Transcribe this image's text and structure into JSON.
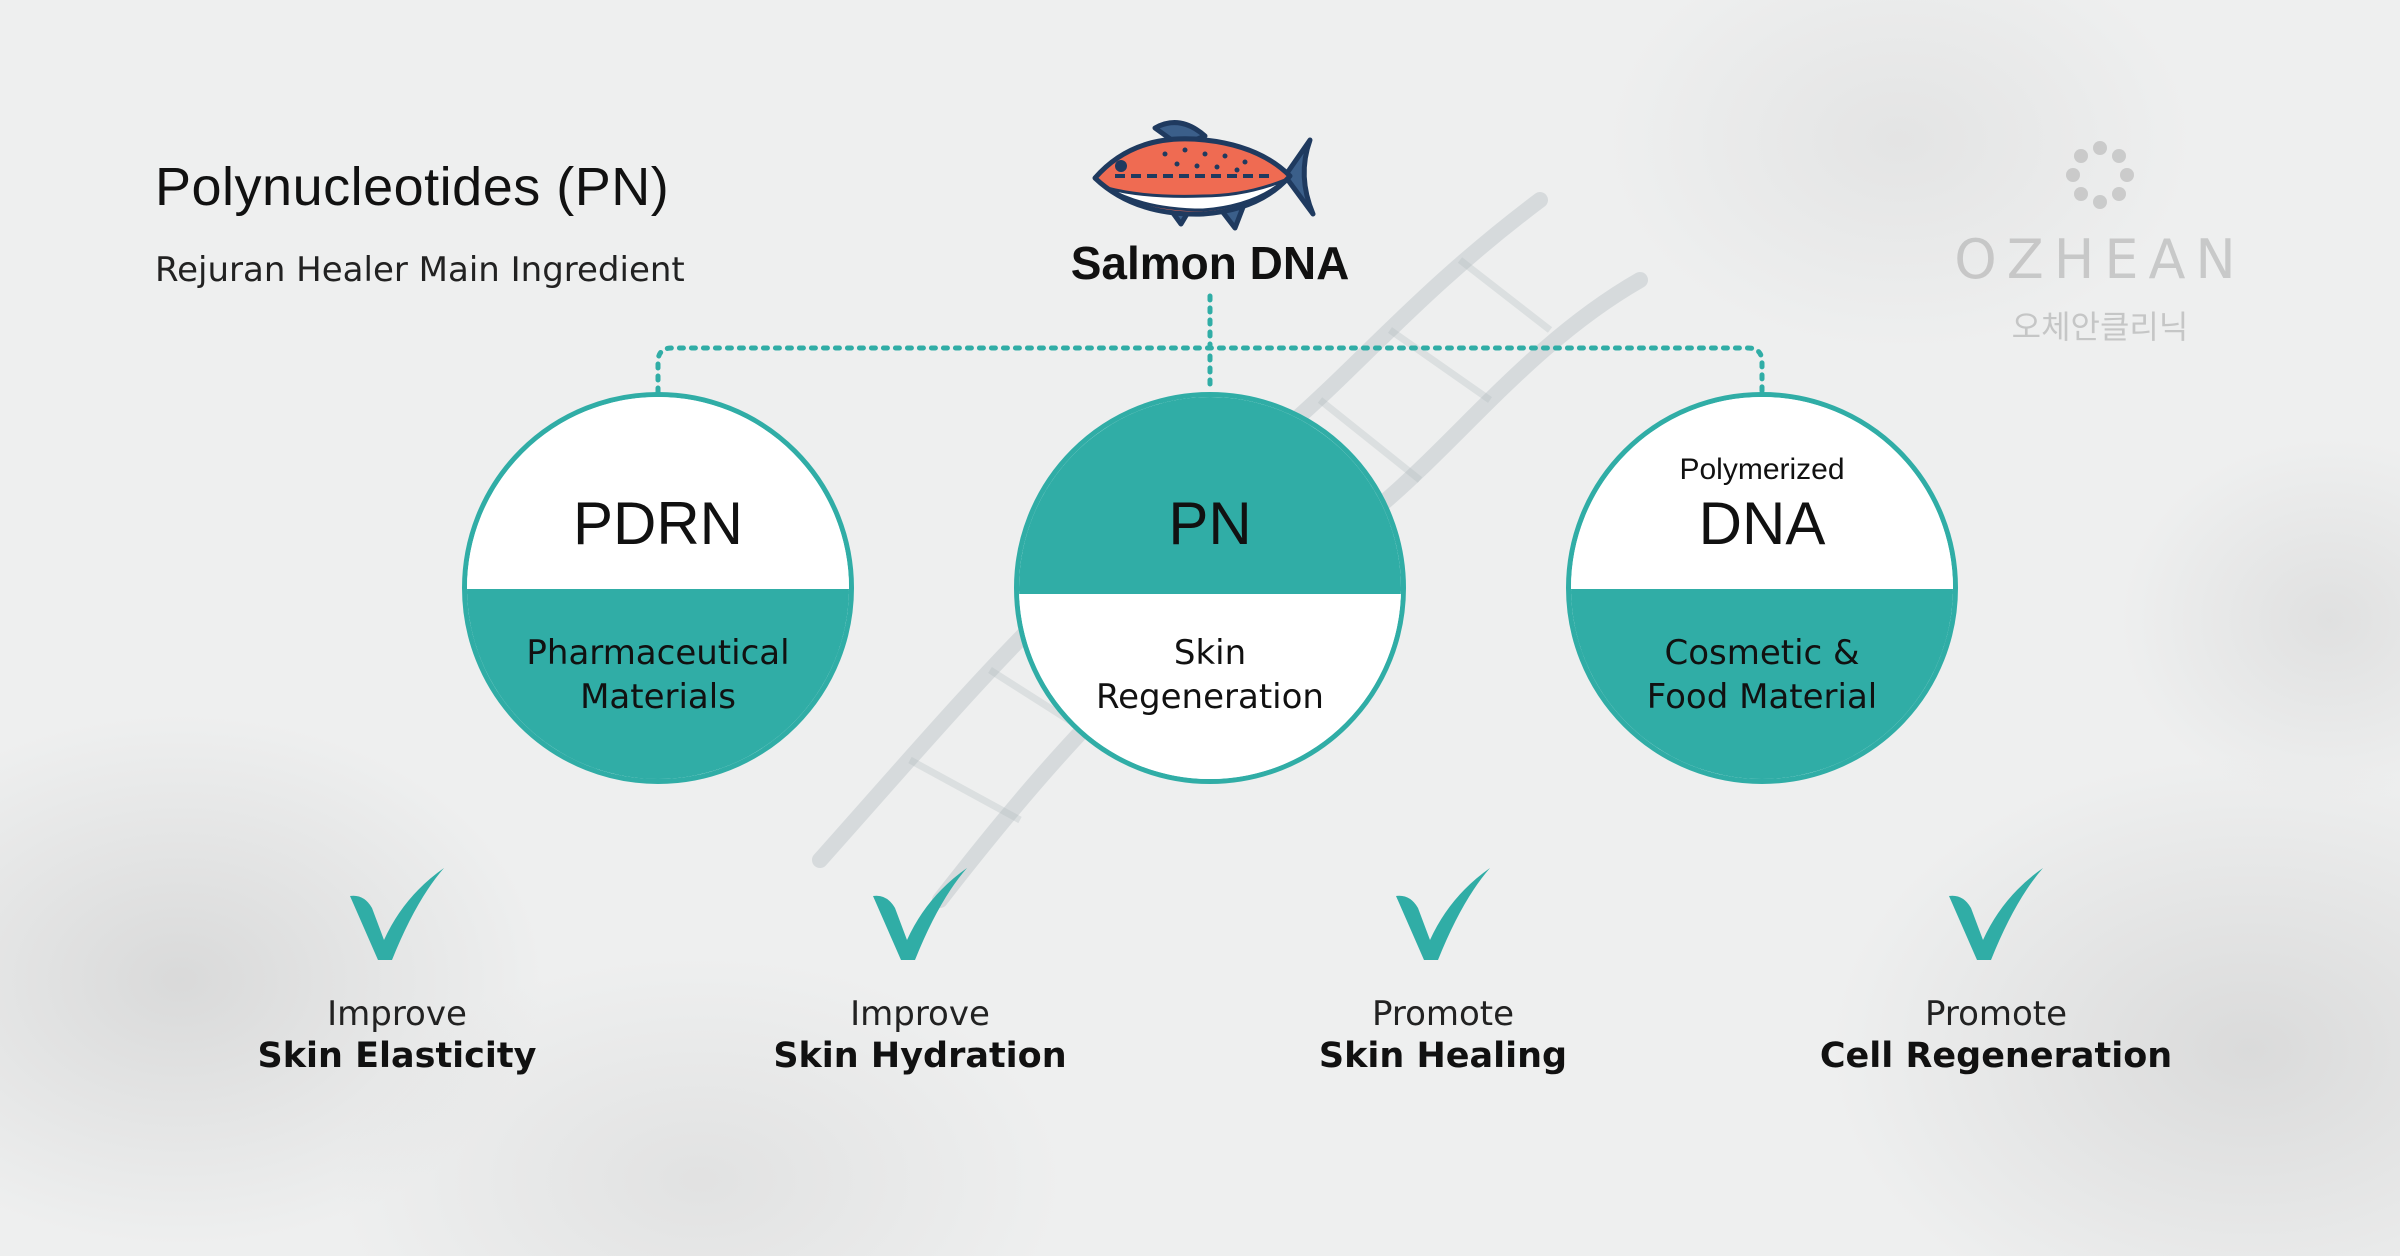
{
  "colors": {
    "accent": "#30ada6",
    "fish_body": "#ef6b52",
    "fish_outline": "#1f3a5f",
    "background": "#eeefef"
  },
  "header": {
    "title": "Polynucleotides (PN)",
    "subtitle": "Rejuran Healer Main Ingredient"
  },
  "source": {
    "label": "Salmon DNA",
    "icon": "salmon-fish-icon"
  },
  "logo": {
    "name": "OZHEAN",
    "korean": "오체안클리닉",
    "icon": "flower-dots-icon"
  },
  "circles": [
    {
      "title": "PDRN",
      "prefix": "",
      "description_line1": "Pharmaceutical",
      "description_line2": "Materials"
    },
    {
      "title": "PN",
      "prefix": "",
      "description_line1": "Skin",
      "description_line2": "Regeneration"
    },
    {
      "title": "DNA",
      "prefix": "Polymerized",
      "description_line1": "Cosmetic &",
      "description_line2": "Food Material"
    }
  ],
  "benefits": [
    {
      "verb": "Improve",
      "object": "Skin Elasticity",
      "icon": "checkmark-icon"
    },
    {
      "verb": "Improve",
      "object": "Skin Hydration",
      "icon": "checkmark-icon"
    },
    {
      "verb": "Promote",
      "object": "Skin Healing",
      "icon": "checkmark-icon"
    },
    {
      "verb": "Promote",
      "object": "Cell Regeneration",
      "icon": "checkmark-icon"
    }
  ]
}
